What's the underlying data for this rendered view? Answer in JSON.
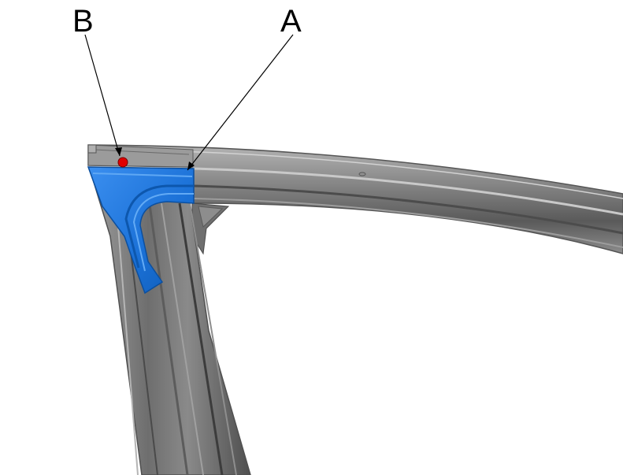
{
  "callouts": {
    "a": {
      "label": "A"
    },
    "b": {
      "label": "B"
    }
  },
  "colors": {
    "background": "#ffffff",
    "frame_gray": "#7d7d7d",
    "frame_dark": "#4d4d4d",
    "frame_light": "#a9a9a9",
    "highlight_blue": "#1f78d8",
    "marker_red": "#e00000",
    "leader_line": "#000000"
  },
  "parts": {
    "a": "blue-repair-section",
    "b": "red-weld-point-marker"
  }
}
